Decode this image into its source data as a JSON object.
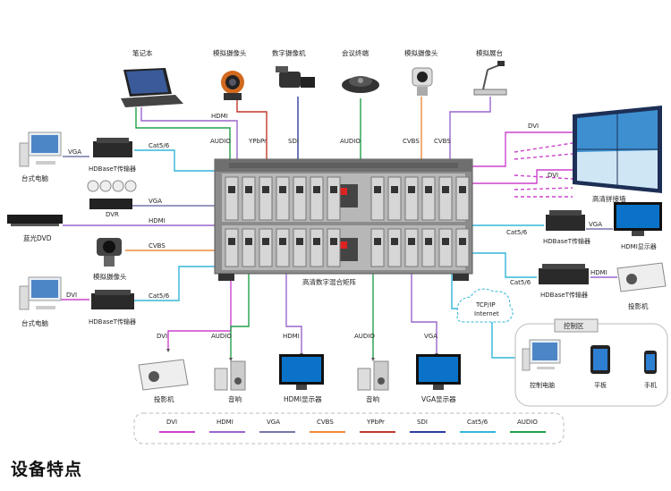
{
  "devices": {
    "laptop": "笔记本",
    "cam_ptz": "模拟摄像头",
    "cam_digital": "数字摄像机",
    "conf_terminal": "会议终端",
    "cam_web": "模拟摄像头",
    "doc_camera": "模拟展台",
    "desktop_pc": "台式电脑",
    "hdbaset_tx_left": "HDBaseT传输器",
    "dvr": "DVR",
    "bluray": "蓝光DVD",
    "cam_left": "模拟摄像头",
    "desktop_pc2": "台式电脑",
    "hdbaset_tx_left2": "HDBaseT传输器",
    "matrix": "高清数字混合矩阵",
    "video_wall": "高清拼接墙",
    "hdbaset_rx_r1": "HDBaseT传输器",
    "hdmi_display_r": "HDMI显示器",
    "hdbaset_rx_r2": "HDBaseT传输器",
    "projector_r": "投影机",
    "tcpip_label": "TCP/IP\nInternet",
    "control_area": "控制区",
    "control_pc": "控制电脑",
    "tablet": "平板",
    "phone": "手机",
    "projector_b": "投影机",
    "speaker_b1": "音响",
    "hdmi_display_b": "HDMI显示器",
    "speaker_b2": "音响",
    "vga_display_b": "VGA显示器"
  },
  "signals": {
    "laptop_hdmi": "HDMI",
    "laptop_audio": "AUDIO",
    "cam_ptz_ypbpr": "YPbPr",
    "cam_digital_sdi": "SDI",
    "conf_audio": "AUDIO",
    "cam_web_cvbs": "CVBS",
    "doc_cvbs": "CVBS",
    "pc_vga": "VGA",
    "tx_cat": "Cat5/6",
    "dvr_vga": "VGA",
    "bluray_hdmi": "HDMI",
    "cam_left_cvbs": "CVBS",
    "pc2_dvi": "DVI",
    "tx2_cat": "Cat5/6",
    "wall_dvi1": "DVI",
    "wall_dvi2": "DVI",
    "r1_cat": "Cat5/6",
    "r1_vga": "VGA",
    "r2_cat": "Cat5/6",
    "r2_hdmi": "HDMI",
    "b_dvi": "DVI",
    "b_audio1": "AUDIO",
    "b_hdmi": "HDMI",
    "b_audio2": "AUDIO",
    "b_vga": "VGA"
  },
  "legend": [
    {
      "label": "DVI",
      "color": "#cc44cc"
    },
    {
      "label": "HDMI",
      "color": "#9966cc"
    },
    {
      "label": "VGA",
      "color": "#7777aa"
    },
    {
      "label": "CVBS",
      "color": "#f08a3c"
    },
    {
      "label": "YPbPr",
      "color": "#c0392b"
    },
    {
      "label": "SDI",
      "color": "#2f3f9f"
    },
    {
      "label": "Cat5/6",
      "color": "#33b5d8"
    },
    {
      "label": "AUDIO",
      "color": "#22a04b"
    }
  ],
  "heading": "设备特点"
}
